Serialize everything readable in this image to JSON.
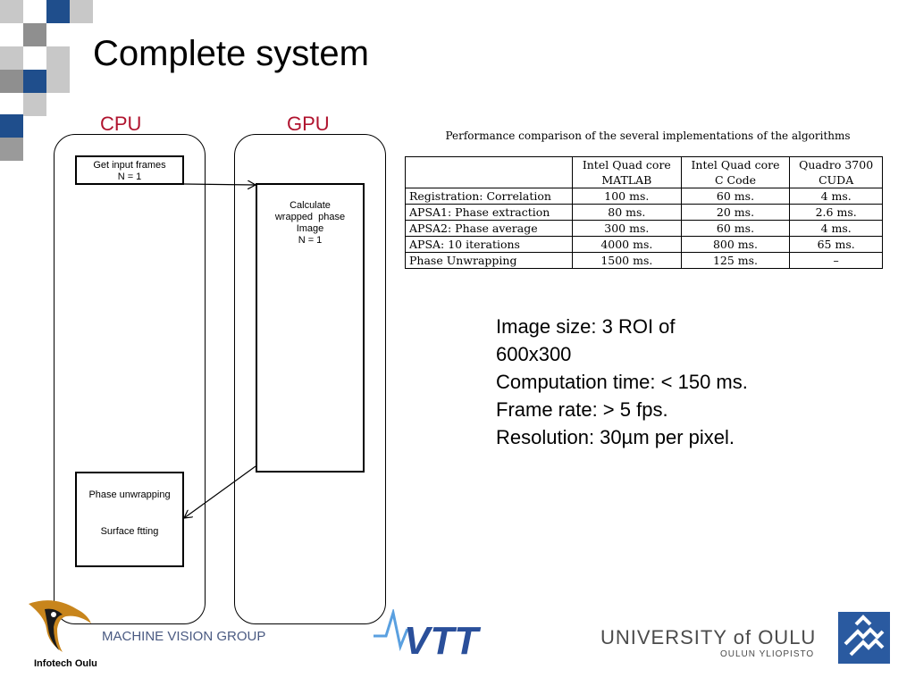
{
  "slide": {
    "title": "Complete system"
  },
  "diagram": {
    "cpu_label": "CPU",
    "gpu_label": "GPU",
    "boxes": {
      "get_input": [
        "Get input frames",
        "N = 1"
      ],
      "calculate": [
        "Calculate",
        "wrapped  phase",
        "Image",
        "N = 1"
      ],
      "phase_unwrapping": "Phase unwrapping",
      "surface_fitting": "Surface ftting"
    }
  },
  "table": {
    "caption": "Performance comparison of the several implementations of the algorithms",
    "headers": [
      [
        "",
        ""
      ],
      [
        "Intel Quad core",
        "MATLAB"
      ],
      [
        "Intel Quad core",
        "C Code"
      ],
      [
        "Quadro 3700",
        "CUDA"
      ]
    ],
    "rows": [
      [
        "Registration: Correlation",
        "100 ms.",
        "60 ms.",
        "4 ms."
      ],
      [
        "APSA1: Phase extraction",
        "80 ms.",
        "20 ms.",
        "2.6 ms."
      ],
      [
        "APSA2: Phase average",
        "300 ms.",
        "60 ms.",
        "4 ms."
      ],
      [
        "APSA: 10 iterations",
        "4000 ms.",
        "800 ms.",
        "65 ms."
      ],
      [
        "Phase Unwrapping",
        "1500 ms.",
        "125 ms.",
        "–"
      ]
    ]
  },
  "info_lines": [
    "Image size: 3 ROI of",
    "600x300",
    "Computation time: < 150 ms.",
    "Frame rate: > 5 fps.",
    "Resolution: 30µm per pixel."
  ],
  "footer": {
    "group": "MACHINE VISION GROUP",
    "infotech": "Infotech Oulu",
    "vtt": "VTT",
    "university": "UNIVERSITY of OULU",
    "university_sub": "OULUN YLIOPISTO"
  },
  "colors": {
    "accent_red": "#b0132e",
    "deco_blue": "#1f4e8c",
    "deco_gray": "#9a9a9a",
    "footer_blue": "#4a5a82",
    "vtt_blue": "#2a4f9a"
  }
}
